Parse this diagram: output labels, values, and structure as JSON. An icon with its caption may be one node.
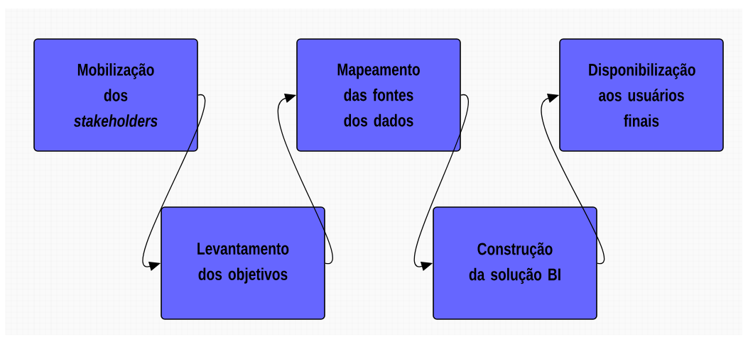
{
  "diagram": {
    "nodes": [
      {
        "text": [
          "Mobilização dos *stakeholders*"
        ]
      },
      {
        "text": [
          "Levantamento dos objetivos"
        ]
      },
      {
        "text": [
          "Mapeamento das fontes dos dados"
        ]
      },
      {
        "text": [
          "Construção da solução BI"
        ]
      },
      {
        "text": [
          "Disponibilização aos usuários finais"
        ]
      }
    ],
    "edges": [
      {
        "from": 0,
        "to": 1,
        "arrow": "to"
      },
      {
        "from": 1,
        "to": 2,
        "arrow": "to"
      },
      {
        "from": 2,
        "to": 3,
        "arrow": "to"
      },
      {
        "from": 3,
        "to": 4,
        "arrow": "to"
      }
    ]
  }
}
